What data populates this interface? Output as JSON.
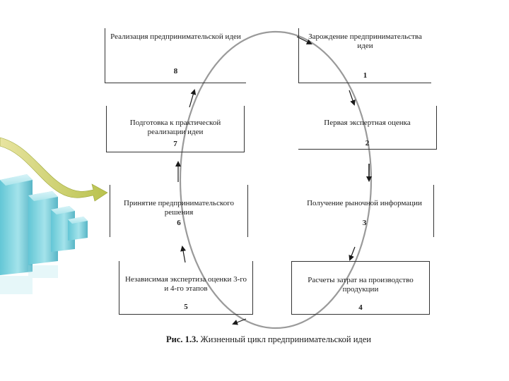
{
  "stages": [
    {
      "id": "8",
      "label": "Реализация предпринимательской идеи",
      "number": "8"
    },
    {
      "id": "1",
      "label": "Зарождение предпринимательства идеи",
      "number": "1"
    },
    {
      "id": "7",
      "label": "Подготовка к практической реализации идеи",
      "number": "7"
    },
    {
      "id": "2",
      "label": "Первая экспертная оценка",
      "number": "2"
    },
    {
      "id": "6",
      "label": "Принятие предпринимательского решения",
      "number": "6"
    },
    {
      "id": "3",
      "label": "Получение рыночной информации",
      "number": "3"
    },
    {
      "id": "5",
      "label": "Независимая экспертиза оценки 3-го и 4-го этапов",
      "number": "5"
    },
    {
      "id": "4",
      "label": "Расчеты затрат на производство продукции",
      "number": "4"
    }
  ],
  "caption": {
    "prefix": "Рис. 1.3.",
    "text": "Жизненный цикл предпринимательской идеи"
  },
  "colors": {
    "cycle_line": "#9a9a9a",
    "arrow": "#1a1a1a",
    "decor_blocks": "#7fd3df",
    "decor_arrow": "#c9cf6a"
  },
  "icons": [
    "cycle-arrow-icon",
    "bar-chart-decoration-icon"
  ]
}
